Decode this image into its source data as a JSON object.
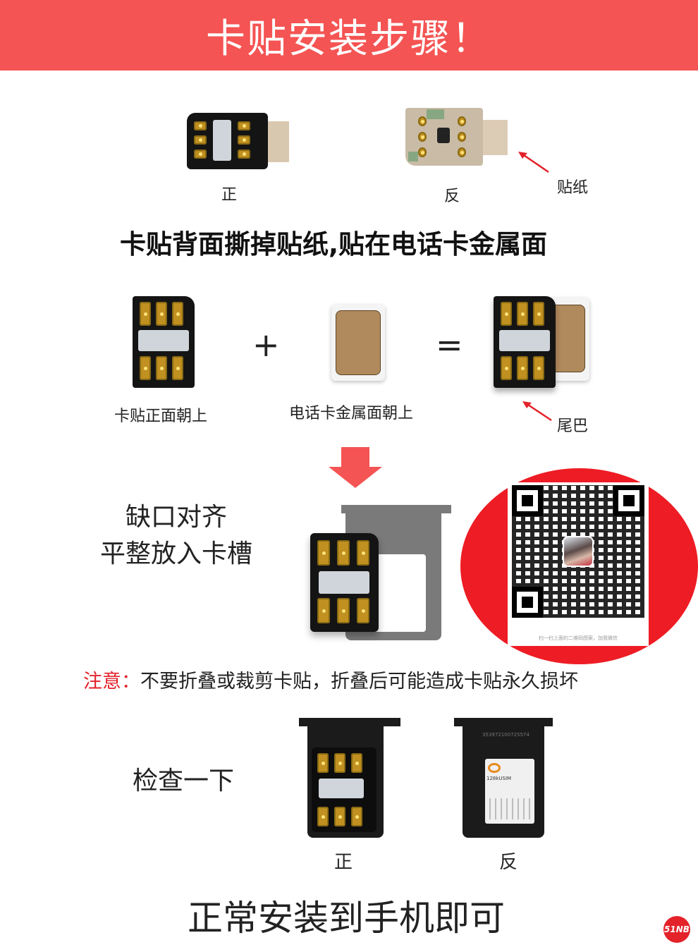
{
  "banner": {
    "title": "卡贴安装步骤！",
    "background_color": "#f45453"
  },
  "step1": {
    "front_label": "正",
    "back_label": "反",
    "sticker_label": "贴纸",
    "instruction": "卡贴背面撕掉贴纸,贴在电话卡金属面"
  },
  "step2": {
    "adapter_label": "卡贴正面朝上",
    "plus_symbol": "+",
    "sim_label": "电话卡金属面朝上",
    "equals_symbol": "=",
    "tail_label": "尾巴"
  },
  "step3": {
    "line1": "缺口对齐",
    "line2": "平整放入卡槽",
    "arrow_color": "#f45453"
  },
  "qr": {
    "caption": "扫一扫上面的二维码图案，加我微信",
    "circle_color": "#ee1c24"
  },
  "notice": {
    "prefix": "注意：",
    "text": "不要折叠或裁剪卡贴，折叠后可能造成卡贴永久损坏",
    "prefix_color": "#e3222a"
  },
  "step4": {
    "title": "检查一下",
    "front_label": "正",
    "back_label": "反",
    "tray_serial": "353972100725574",
    "sim_brand": "128kUSIM"
  },
  "final": {
    "text": "正常安装到手机即可"
  },
  "watermark": {
    "text": "51NB"
  }
}
